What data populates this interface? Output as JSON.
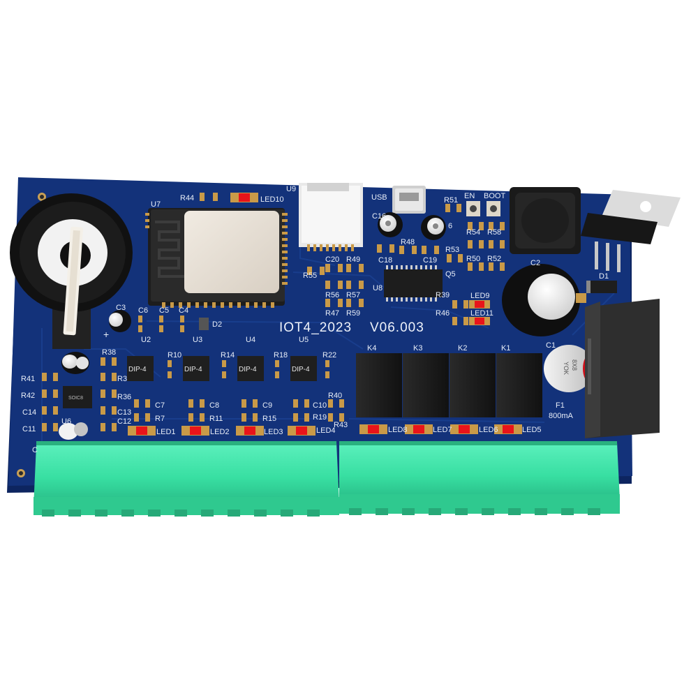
{
  "board": {
    "title": "IOT4_2023",
    "version": "V06.003",
    "colors": {
      "pcb": "#13327a",
      "pcb_dark": "#0d2560",
      "pad": "#c99a48",
      "led": "#e8141a",
      "terminal": "#3ee5a8",
      "relay": "#1b1b1b"
    }
  },
  "labels": {
    "r44": "R44",
    "led10": "LED10",
    "u7": "U7",
    "u9": "U9",
    "usb": "USB",
    "en": "EN",
    "boot": "BOOT",
    "r51": "R51",
    "r54": "R54",
    "r58": "R58",
    "c16": "C16",
    "c6b": "6",
    "r48": "R48",
    "c18": "C18",
    "c19": "C19",
    "r53": "R53",
    "r50": "R50",
    "r52": "R52",
    "q5": "Q5",
    "c2": "C2",
    "d1": "D1",
    "c20": "C20",
    "r49": "R49",
    "r55": "R55",
    "u8": "U8",
    "r56": "R56",
    "r57": "R57",
    "r47": "R47",
    "r59": "R59",
    "r39": "R39",
    "led9": "LED9",
    "r46": "R46",
    "led11": "LED11",
    "c3": "C3",
    "c6": "C6",
    "c5": "C5",
    "c4": "C4",
    "d2": "D2",
    "u2": "U2",
    "u3": "U3",
    "u4": "U4",
    "u5": "U5",
    "r38": "R38",
    "r10": "R10",
    "r14": "R14",
    "r18": "R18",
    "r22": "R22",
    "r41": "R41",
    "r42": "R42",
    "c14": "C14",
    "c11": "C11",
    "u6": "U6",
    "r3": "R3",
    "r36": "R36",
    "c13": "C13",
    "c12": "C12",
    "c7": "C7",
    "r7": "R7",
    "c8": "C8",
    "r11": "R11",
    "c9": "C9",
    "r15": "R15",
    "c10": "C10",
    "r19": "R19",
    "r40": "R40",
    "r43": "R43",
    "led1": "LED1",
    "led2": "LED2",
    "led3": "LED3",
    "led4": "LED4",
    "k4": "K4",
    "k3": "K3",
    "k2": "K2",
    "k1": "K1",
    "c1": "C1",
    "led8": "LED8",
    "led7": "LED7",
    "led6": "LED6",
    "led5": "LED5",
    "f1": "F1",
    "fuse_rating": "800mA",
    "plus": "+",
    "c_left": "C"
  },
  "chip_markings": {
    "dip4": "DIP-4",
    "soic8": "SOIC8",
    "cap_c1_a": "YOK",
    "cap_c1_b": "8X8"
  }
}
